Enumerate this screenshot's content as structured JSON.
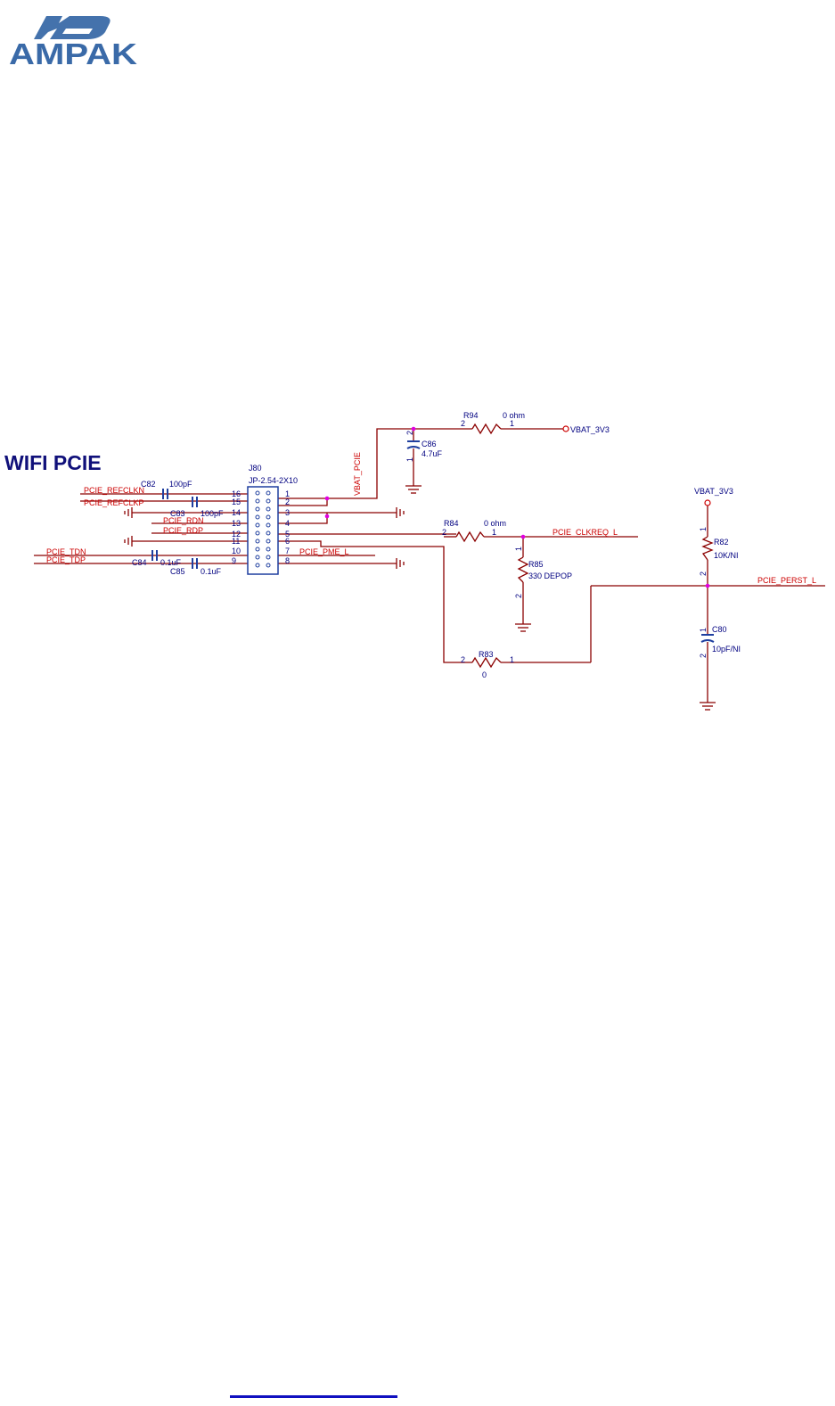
{
  "header": {
    "logo_text": "AMPAK",
    "logo_monogram": "AP"
  },
  "section": {
    "title": "WIFI PCIE"
  },
  "colors": {
    "logo_blue": "#3a6aa8",
    "title_navy": "#10107a",
    "wire": "#8b0000",
    "net_label": "#cc0000",
    "component": "#1f3f9f",
    "label_text": "#000080",
    "junction": "#e000e0",
    "footer_rule": "#1010c0"
  },
  "schematic": {
    "connector": {
      "ref": "J80",
      "value": "JP-2.54-2X10",
      "left_pins": [
        "16",
        "15",
        "14",
        "13",
        "12",
        "11",
        "10",
        "9"
      ],
      "right_pins": [
        "1",
        "2",
        "3",
        "4",
        "5",
        "6",
        "7",
        "8"
      ]
    },
    "net_labels": {
      "refclkn": "PCIE_REFCLKN",
      "refclkp": "PCIE_REFCLKP",
      "rdn": "PCIE_RDN",
      "rdp": "PCIE_RDP",
      "tdn": "PCIE_TDN",
      "tdp": "PCIE_TDP",
      "pme": "PCIE_PME_L",
      "vbat_pcie": "VBAT_PCIE",
      "clkreq": "PCIE_CLKREQ_L",
      "perst": "PCIE_PERST_L"
    },
    "power_labels": {
      "vbat_top": "VBAT_3V3",
      "vbat_right": "VBAT_3V3"
    },
    "capacitors": {
      "c82": {
        "ref": "C82",
        "value": "100pF"
      },
      "c83": {
        "ref": "C83",
        "value": "100pF"
      },
      "c84": {
        "ref": "C84",
        "value": "0.1uF"
      },
      "c85": {
        "ref": "C85",
        "value": "0.1uF"
      },
      "c86": {
        "ref": "C86",
        "value": "4.7uF",
        "pin_top": "2",
        "pin_bottom": "1"
      },
      "c80": {
        "ref": "C80",
        "value": "10pF/NI",
        "pin_top": "1",
        "pin_bottom": "2"
      }
    },
    "resistors": {
      "r94": {
        "ref": "R94",
        "value": "0 ohm",
        "pin_left": "2",
        "pin_right": "1"
      },
      "r84": {
        "ref": "R84",
        "value": "0 ohm",
        "pin_left": "2",
        "pin_right": "1"
      },
      "r85": {
        "ref": "R85",
        "value": "330 DEPOP",
        "pin_top": "1",
        "pin_bottom": "2"
      },
      "r83": {
        "ref": "R83",
        "value": "0",
        "pin_left": "2",
        "pin_right": "1"
      },
      "r82": {
        "ref": "R82",
        "value": "10K/NI",
        "pin_top": "1",
        "pin_bottom": "2"
      }
    }
  }
}
